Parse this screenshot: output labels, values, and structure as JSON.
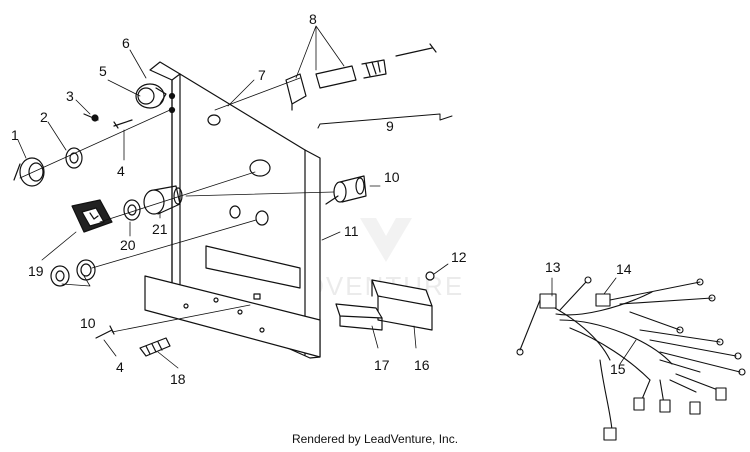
{
  "watermark": "LEADVENTURE",
  "caption": "Rendered by LeadVenture, Inc.",
  "callouts": [
    "1",
    "2",
    "3",
    "4",
    "4",
    "5",
    "6",
    "7",
    "8",
    "9",
    "10",
    "10",
    "11",
    "12",
    "13",
    "14",
    "15",
    "16",
    "17",
    "18",
    "19",
    "20",
    "21"
  ]
}
